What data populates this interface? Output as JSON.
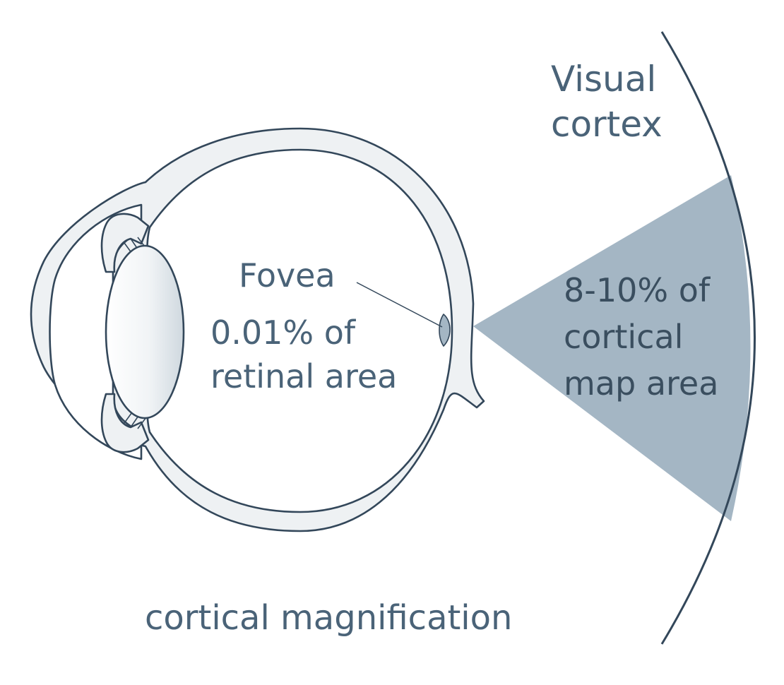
{
  "labels": {
    "visual_cortex": "Visual\ncortex",
    "fovea": "Fovea",
    "retina_share": "0.01% of\nretinal area",
    "cortex_share": "8-10% of\ncortical\nmap area",
    "caption": "cortical magnification"
  },
  "colors": {
    "outline": "#33475a",
    "eye_wall": "#eef1f3",
    "wedge": "#a4b6c4",
    "text": "#4a6378"
  }
}
